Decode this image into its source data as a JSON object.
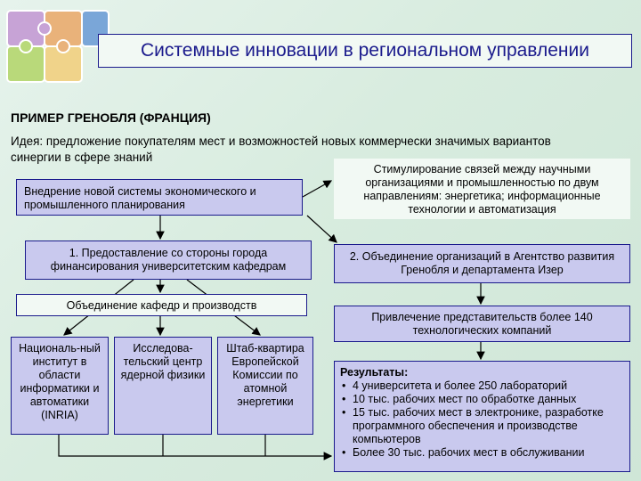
{
  "title": "Системные инновации в региональном управлении",
  "heading": "ПРИМЕР ГРЕНОБЛЯ (ФРАНЦИЯ)",
  "idea": "Идея: предложение покупателям мест и возможностей новых коммерчески значимых вариантов синергии в сфере знаний",
  "boxes": {
    "planning": "Внедрение новой системы экономического и промышленного планирования",
    "stimulation": "Стимулирование связей между научными организациями и промышленностью по двум направлениям: энергетика; информационные технологии и автоматизация",
    "funding": "1. Предоставление со стороны города финансирования университетским кафедрам",
    "agency": "2. Объединение организаций в Агентство развития Гренобля и департамента Изер",
    "merge": "Объединение кафедр и производств",
    "attraction": "Привлечение представительств более 140 технологических компаний",
    "inria": "Националь-ный институт в области информатики и автоматики (INRIA)",
    "nuclear": "Исследова-тельский центр ядерной физики",
    "hq": "Штаб-квартира Европейской Комиссии по атомной энергетики"
  },
  "results": {
    "title": "Результаты:",
    "items": [
      "4 университета и более 250 лабораторий",
      "10 тыс. рабочих мест по обработке данных",
      "15 тыс. рабочих мест в электронике, разработке программного обеспечения и производстве компьютеров",
      "Более 30 тыс. рабочих мест в обслуживании"
    ]
  },
  "colors": {
    "box_fill": "#c9c9ee",
    "border": "#1a1a8c",
    "puzzle": [
      "#7aa6d8",
      "#b9d97a",
      "#e9b27a",
      "#c7a3d6"
    ]
  }
}
